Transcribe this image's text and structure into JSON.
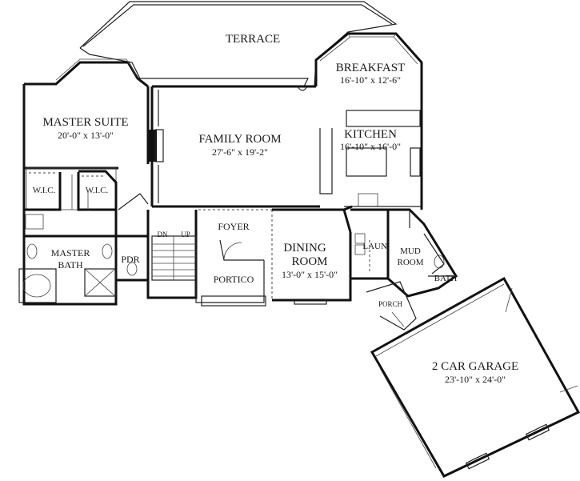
{
  "rooms": {
    "terrace": {
      "name": "TERRACE"
    },
    "breakfast": {
      "name": "BREAKFAST",
      "dims": "16'-10\" x 12'-6\""
    },
    "master_suite": {
      "name": "MASTER SUITE",
      "dims": "20'-0\" x 13'-0\""
    },
    "family_room": {
      "name": "FAMILY ROOM",
      "dims": "27'-6\" x 19'-2\""
    },
    "kitchen": {
      "name": "KITCHEN",
      "dims": "16'-10\" x 16'-0\""
    },
    "wic_left": {
      "name": "W.I.C."
    },
    "wic_right": {
      "name": "W.I.C."
    },
    "dn": {
      "name": "DN"
    },
    "up": {
      "name": "UP"
    },
    "foyer": {
      "name": "FOYER"
    },
    "master_bath": {
      "name_line1": "MASTER",
      "name_line2": "BATH"
    },
    "pdr": {
      "name": "PDR"
    },
    "dining_room": {
      "name_line1": "DINING",
      "name_line2": "ROOM",
      "dims": "13'-0\" x 15'-0\""
    },
    "laun": {
      "name": "LAUN."
    },
    "mud_room": {
      "name_line1": "MUD",
      "name_line2": "ROOM"
    },
    "bath": {
      "name": "BATH"
    },
    "portico": {
      "name": "PORTICO"
    },
    "porch": {
      "name": "PORCH"
    },
    "garage": {
      "name": "2 CAR GARAGE",
      "dims": "23'-10\" x 24'-0\""
    }
  }
}
